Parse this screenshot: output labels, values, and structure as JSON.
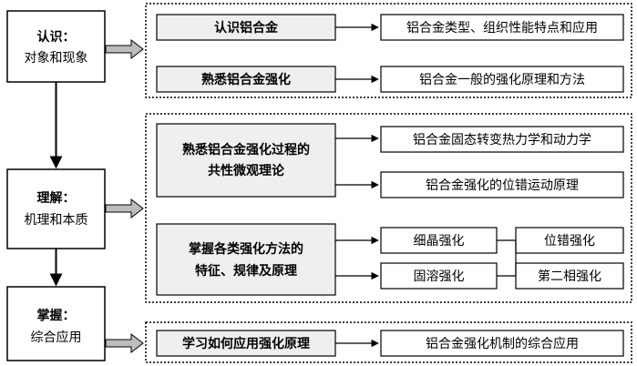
{
  "stages": [
    {
      "line1": "认识：",
      "line2": "对象和现象"
    },
    {
      "line1": "理解：",
      "line2": "机理和本质"
    },
    {
      "line1": "掌握：",
      "line2": "综合应用"
    }
  ],
  "group1": {
    "items": [
      {
        "task": "认识铝合金",
        "result": "铝合金类型、组织性能特点和应用"
      },
      {
        "task": "熟悉铝合金强化",
        "result": "铝合金一般的强化原理和方法"
      }
    ]
  },
  "group2": {
    "theory_task": {
      "line1": "熟悉铝合金强化过程的",
      "line2": "共性微观理论"
    },
    "theory_results": [
      "铝合金固态转变热力学和动力学",
      "铝合金强化的位错运动原理"
    ],
    "methods_task": {
      "line1": "掌握各类强化方法的",
      "line2": "特征、规律及原理"
    },
    "methods": [
      "细晶强化",
      "位错强化",
      "固溶强化",
      "第二相强化"
    ]
  },
  "group3": {
    "task": "学习如何应用强化原理",
    "result": "铝合金强化机制的综合应用"
  },
  "colors": {
    "task_fill": "#efefef",
    "result_fill": "#ffffff",
    "stroke": "#000000",
    "hollow_arrow_fill": "#bdbdbd"
  }
}
